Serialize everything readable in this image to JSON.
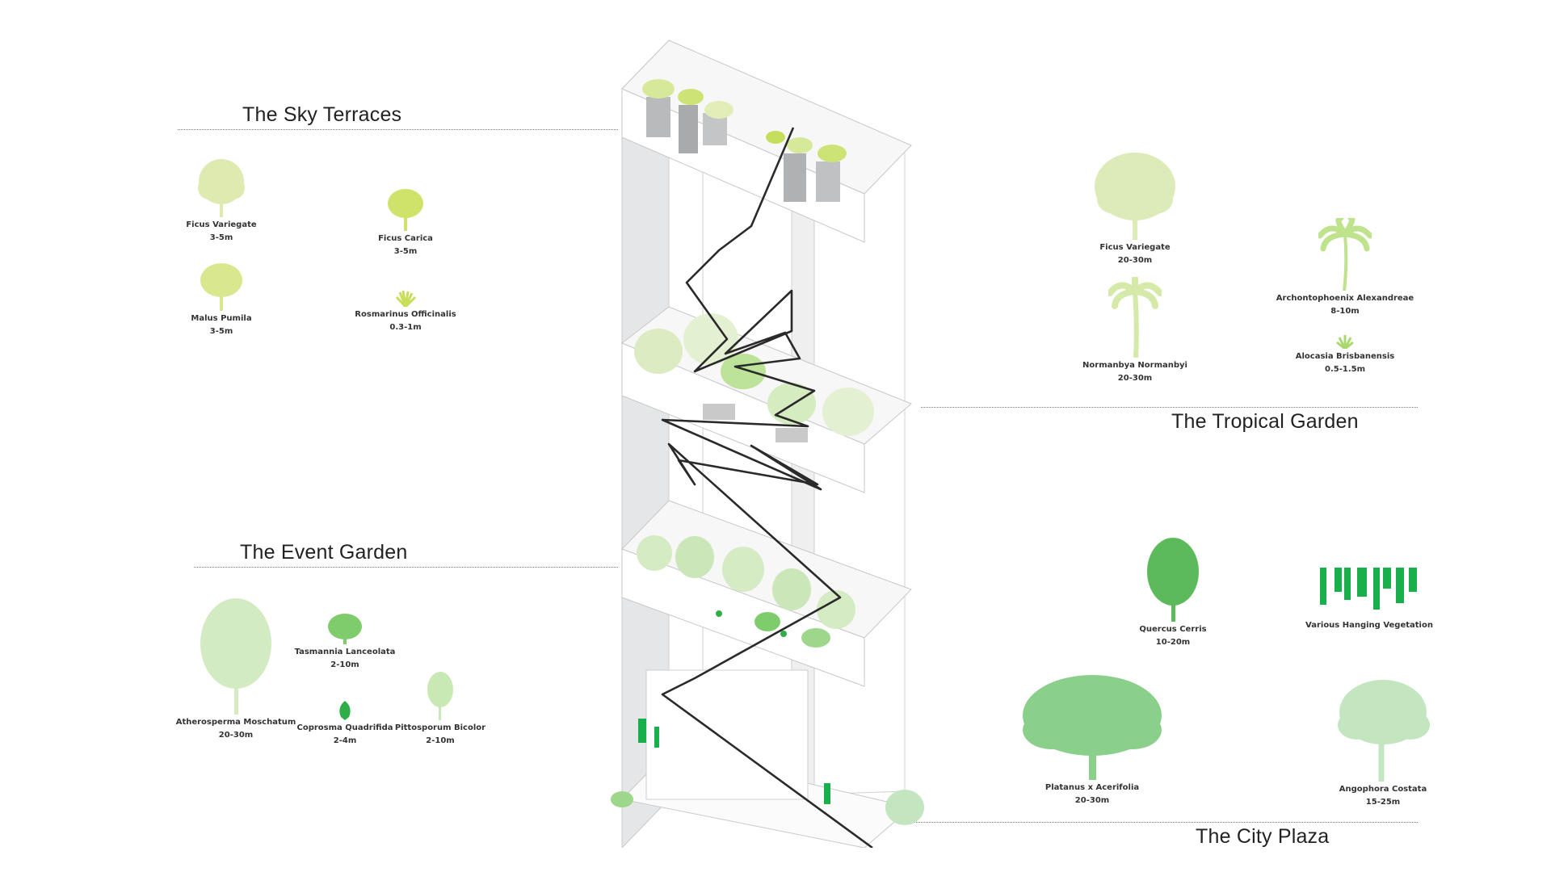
{
  "zones": {
    "sky_terraces": {
      "title": "The Sky Terraces",
      "plants": [
        {
          "name": "Ficus Variegate",
          "height": "3-5m",
          "color": "#dfeab0"
        },
        {
          "name": "Ficus Carica",
          "height": "3-5m",
          "color": "#cfe26a"
        },
        {
          "name": "Malus Pumila",
          "height": "3-5m",
          "color": "#d9e78f"
        },
        {
          "name": "Rosmarinus Officinalis",
          "height": "0.3-1m",
          "color": "#c8de5a"
        }
      ]
    },
    "tropical_garden": {
      "title": "The Tropical Garden",
      "plants": [
        {
          "name": "Ficus Variegate",
          "height": "20-30m",
          "color": "#dcebb8"
        },
        {
          "name": "Archontophoenix Alexandreae",
          "height": "8-10m",
          "color": "#bfe38d"
        },
        {
          "name": "Normanbya Normanbyi",
          "height": "20-30m",
          "color": "#d5eaa8"
        },
        {
          "name": "Alocasia Brisbanensis",
          "height": "0.5-1.5m",
          "color": "#a9d96e"
        }
      ]
    },
    "event_garden": {
      "title": "The Event Garden",
      "plants": [
        {
          "name": "Atherosperma Moschatum",
          "height": "20-30m",
          "color": "#d3ebc2"
        },
        {
          "name": "Tasmannia Lanceolata",
          "height": "2-10m",
          "color": "#7fcc6c"
        },
        {
          "name": "Coprosma Quadrifida",
          "height": "2-4m",
          "color": "#2fae48"
        },
        {
          "name": "Pittosporum Bicolor",
          "height": "2-10m",
          "color": "#c9e9b4"
        }
      ]
    },
    "city_plaza": {
      "title": "The City Plaza",
      "plants": [
        {
          "name": "Quercus Cerris",
          "height": "10-20m",
          "color": "#5dba5b"
        },
        {
          "name": "Various Hanging Vegetation",
          "height": "",
          "color": "#18b04a"
        },
        {
          "name": "Platanus x Acerifolia",
          "height": "20-30m",
          "color": "#8ad08a"
        },
        {
          "name": "Angophora Costata",
          "height": "15-25m",
          "color": "#c3e5c0"
        }
      ]
    }
  }
}
